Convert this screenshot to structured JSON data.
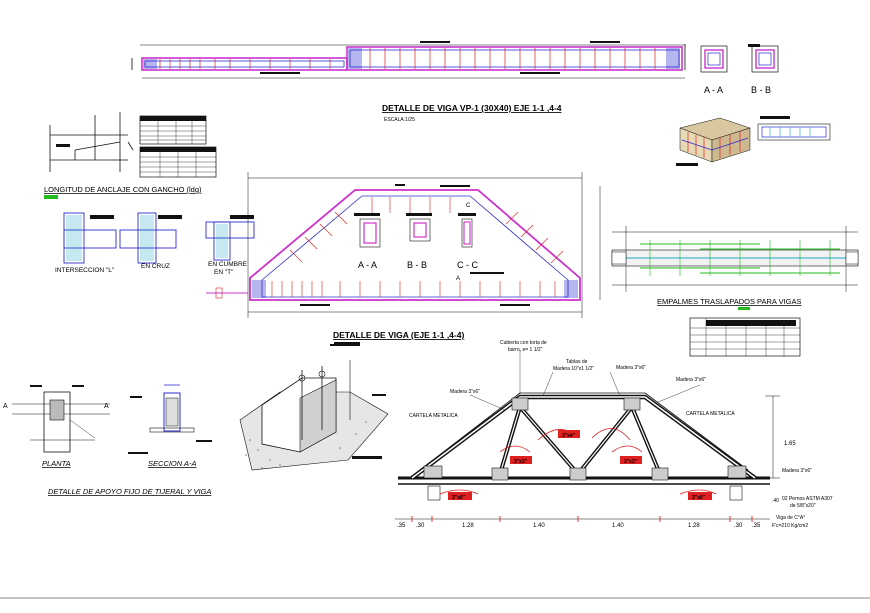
{
  "colors": {
    "magenta": "#cc33cc",
    "blue": "#2c2cd0",
    "red": "#e02020",
    "green": "#22bb22",
    "cyan": "#1aa8c8",
    "black": "#111111",
    "gray": "#9a9a9a"
  },
  "beam_vp1": {
    "title": "DETALLE DE VIGA VP-1 (30X40) EJE 1-1 ,4-4",
    "scale": "ESCALA:1/25",
    "section_a": "A - A",
    "section_b": "B - B"
  },
  "anchorage": {
    "title": "LONGITUD DE ANCLAJE CON GANCHO (ldg)"
  },
  "intersections": {
    "l_label": "INTERSECCION \"L\"",
    "cross_label": "EN CRUZ",
    "t_label": "EN CUMBRE\nEN \"T\"",
    "t_label_line1": "EN CUMBRE",
    "t_label_line2": "EN \"T\""
  },
  "beam_main": {
    "title": "DETALLE DE VIGA (EJE 1-1 ,4-4)",
    "section_a": "A - A",
    "section_b": "B - B",
    "section_c": "C - C",
    "marker_a": "A",
    "marker_c": "C"
  },
  "splices": {
    "title": "EMPALMES TRASLAPADOS PARA VIGAS"
  },
  "support": {
    "title": "DETALLE DE APOYO FIJO DE TIJERAL Y VIGA",
    "planta": "PLANTA",
    "seccion": "SECCION A-A",
    "cut_a": "A"
  },
  "truss": {
    "label_cubierta": "Cubierta con torta de\nbarro, e= 1 1/2\"",
    "label_cubierta_1": "Cubierta con torta de",
    "label_cubierta_2": "barro, e= 1 1/2\"",
    "label_tablas_1": "Tablas de",
    "label_tablas_2": "Madera 10\"x1 1/2\"",
    "label_madera_top_left": "Madera 3\"x6\"",
    "label_madera_top_right": "Madera 3\"x6\"",
    "label_madera_mid": "Madera 3\"x6\"",
    "label_madera_right": "Madera 3\"x6\"",
    "cartela_left": "CARTELA METALICA",
    "cartela_right": "CARTELA METALICA",
    "height_dim": "1.65",
    "pernos_1": "02 Pernos ASTM A307",
    "pernos_2": "de 5/8\"x20\"",
    "viga_1": "Viga de C°A°",
    "viga_2": "F'c=210 Kg/cm2",
    "bottom_dims": [
      ".35",
      ".30",
      "1.28",
      "1.40",
      "1.40",
      "1.28",
      ".30",
      ".35"
    ],
    "side_dim": ".40",
    "red_tags": [
      "3\"x4\"",
      "3\"x3\"",
      "3\"x3\"",
      "3\"x6\"",
      "3\"x6\""
    ],
    "red_tag_word": "Madera"
  }
}
